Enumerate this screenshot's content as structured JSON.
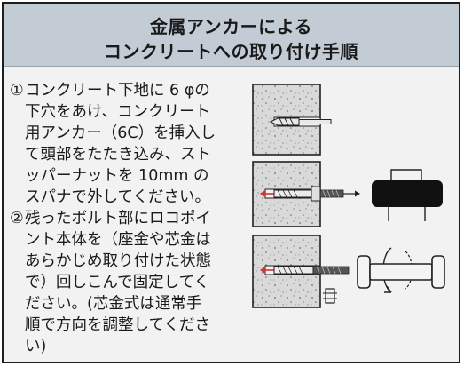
{
  "header": {
    "title_line1": "金属アンカーによる",
    "title_line2": "コンクリートへの取り付け手順"
  },
  "steps": [
    {
      "marker": "①",
      "lines": [
        "コンクリート下地に 6 φの",
        "下穴をあけ、コンクリート",
        "用アンカー（6C）を挿入し",
        "て頭部をたたき込み、スト",
        "ッパーナットを 10mm の",
        "スパナで外してください。"
      ]
    },
    {
      "marker": "②",
      "lines": [
        "残ったボルト部にロコポイ",
        "ント本体を（座金や芯金は",
        "あらかじめ取り付けた状態",
        "で）回しこんで固定してく",
        "ださい。(芯金式は通常手",
        "順で方向を調整してくださ",
        "い)"
      ]
    }
  ]
}
